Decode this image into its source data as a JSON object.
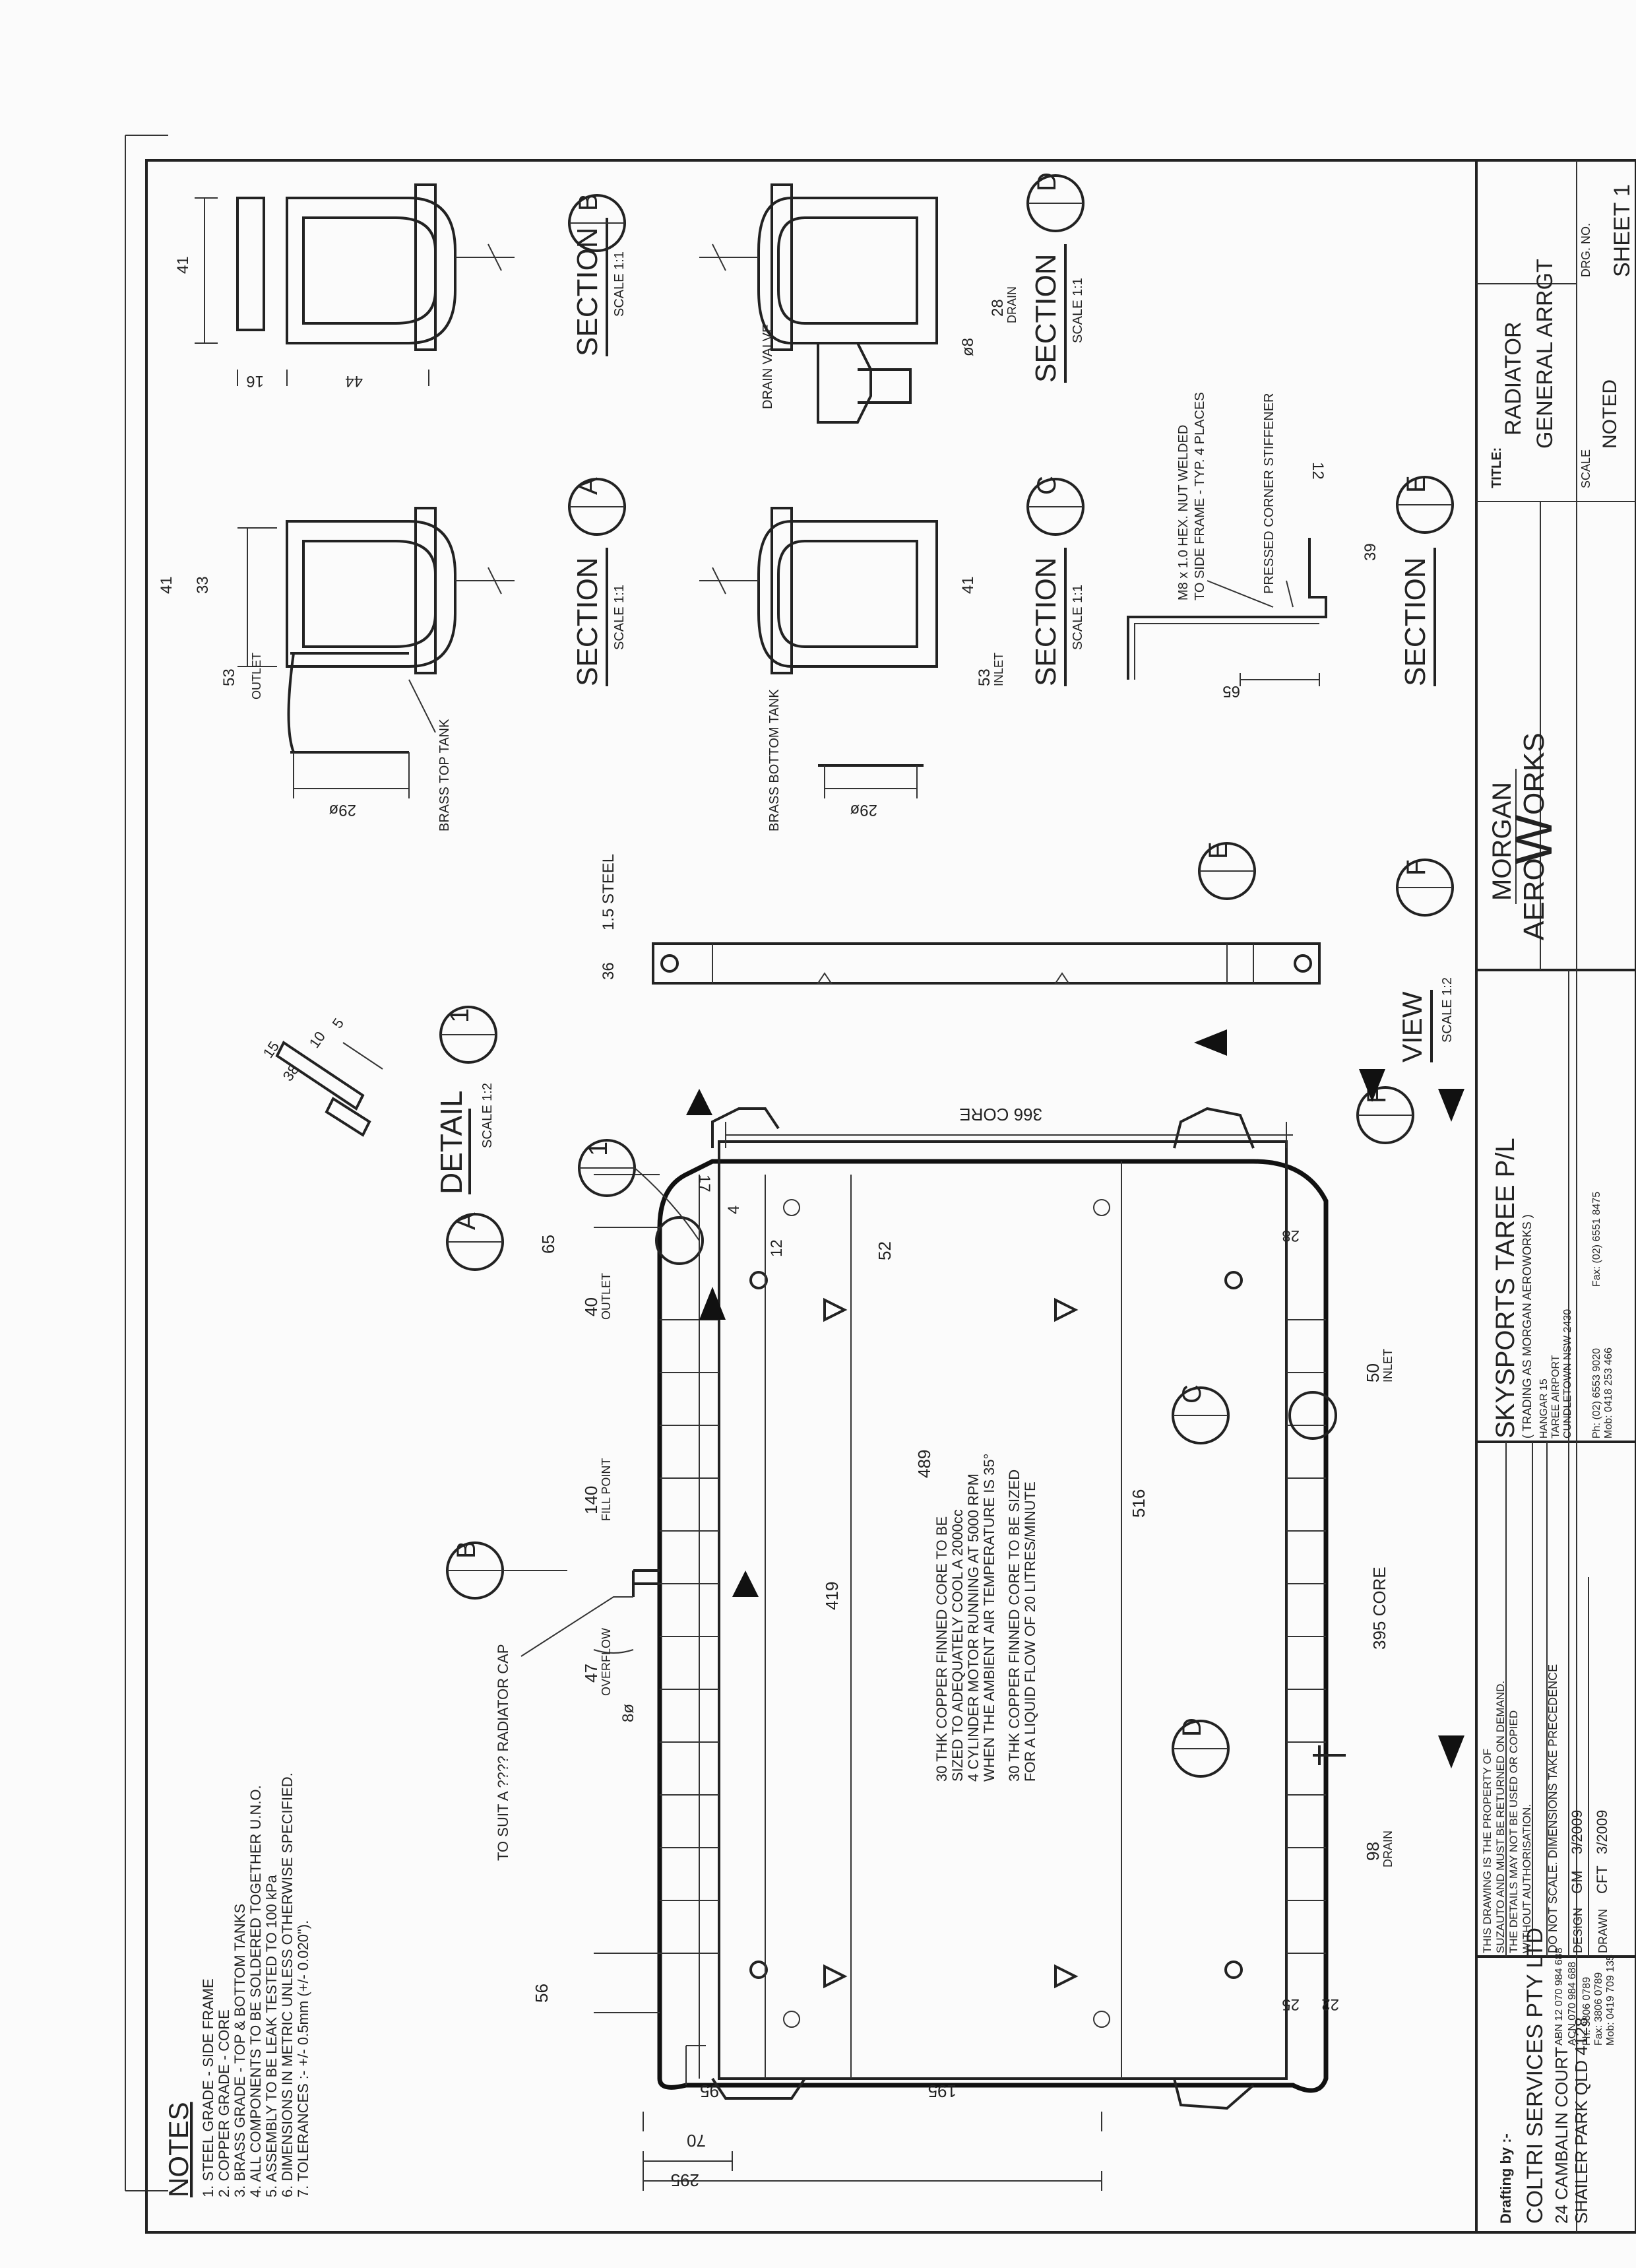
{
  "notes": {
    "heading": "NOTES",
    "items": [
      "1. STEEL GRADE - SIDE FRAME",
      "2. COPPER GRADE - CORE",
      "3. BRASS GRADE - TOP & BOTTOM TANKS",
      "4. ALL COMPONENTS TO BE SOLDERED TOGETHER U.N.O.",
      "5. ASSEMBLY TO BE LEAK TESTED TO 100 kPa",
      "6. DIMENSIONS IN METRIC UNLESS OTHERWISE SPECIFIED.",
      "7. TOLERANCES :-  +/- 0.5mm (+/- 0.020\")."
    ]
  },
  "main": {
    "core_note_1": [
      "30 THK COPPER FINNED CORE TO BE",
      "SIZED TO ADEQUATELY COOL A 2000cc",
      "4 CYLINDER MOTOR RUNNING AT 5000 RPM",
      "WHEN THE AMBIENT AIR TEMPERATURE IS 35°"
    ],
    "core_note_2": [
      "30 THK COPPER FINNED CORE TO BE SIZED",
      "FOR A LIQUID FLOW OF 20 LITRES/MINUTE"
    ],
    "cap_note": "TO SUIT A ???? RADIATOR CAP",
    "dims": {
      "d295": "295",
      "d70": "70",
      "d195": "195",
      "d95": "95",
      "d56": "56",
      "d98": "98",
      "drain": "DRAIN",
      "d395": "395 CORE",
      "d50": "50",
      "inlet": "INLET",
      "d47": "47",
      "overflow": "OVERFLOW",
      "d8": "8ø",
      "d140": "140",
      "fill": "FILL POINT",
      "d40": "40",
      "outlet": "OUTLET",
      "d65": "65",
      "d17": "17",
      "d12": "12",
      "d4": "4",
      "d52": "52",
      "d419": "419",
      "d489": "489",
      "d516": "516",
      "d366": "366 CORE",
      "d28": "28",
      "d22": "22",
      "d25": "25"
    },
    "markers": {
      "a": "A",
      "b": "B",
      "c": "C",
      "d": "D",
      "f": "F",
      "one": "1",
      "dash": "—"
    }
  },
  "detail": {
    "title": "DETAIL",
    "scale": "SCALE 1:2",
    "num": "1",
    "d38": "38",
    "d15": "15",
    "d10": "10",
    "d5": "5"
  },
  "view_f": {
    "title": "VIEW",
    "scale": "SCALE 1:2",
    "letter": "F",
    "e": "E",
    "d36": "36",
    "steel": "1.5 STEEL"
  },
  "sections": {
    "a": {
      "title": "SECTION",
      "scale": "SCALE 1:1",
      "letter": "A",
      "d53": "53",
      "outlet": "OUTLET",
      "d41": "41",
      "d33": "33",
      "d29": "29ø",
      "tank": "BRASS TOP TANK"
    },
    "b": {
      "title": "SECTION",
      "scale": "SCALE 1:1",
      "letter": "B",
      "d41": "41",
      "d16": "16",
      "d44": "44"
    },
    "c": {
      "title": "SECTION",
      "scale": "SCALE 1:1",
      "letter": "C",
      "d53": "53",
      "inlet": "INLET",
      "d41": "41",
      "d29": "29ø",
      "tank": "BRASS BOTTOM TANK"
    },
    "d": {
      "title": "SECTION",
      "scale": "SCALE 1:1",
      "letter": "D",
      "d28": "28",
      "drain": "DRAIN",
      "d8": "ø8",
      "valve": "DRAIN VALVE"
    },
    "e": {
      "title": "SECTION",
      "letter": "E",
      "d65": "65",
      "d39": "39",
      "d12": "12",
      "stiffener": "PRESSED CORNER STIFFENER",
      "nut": [
        "M8 x 1.0 HEX. NUT WELDED",
        "TO SIDE FRAME - TYP. 4 PLACES"
      ]
    }
  },
  "title_block": {
    "drafting_by": "Drafting by :-",
    "company": "COLTRI SERVICES  PTY LTD",
    "address": [
      "24 CAMBALIN COURT",
      "SHAILER PARK QLD 4128"
    ],
    "abn": [
      "ABN 12 070 984 688",
      "ACN 070 984 688"
    ],
    "phones": [
      "Ph: 3806 0789",
      "Fax: 3806 0789",
      "Mob: 0419 709 135"
    ],
    "property_note": [
      "THIS DRAWING IS THE PROPERTY OF",
      "SUZAUTO AND MUST BE RETURNED ON DEMAND.",
      "THE DETAILS MAY NOT BE USED OR COPIED",
      "WITHOUT AUTHORISATION."
    ],
    "do_not_scale": "DO NOT SCALE.  DIMENSIONS TAKE PRECEDENCE",
    "design_label": "DESIGN",
    "design_by": "GM",
    "design_date": "3/2009",
    "drawn_label": "DRAWN",
    "drawn_by": "CFT",
    "drawn_date": "3/2009",
    "client": "SKYSPORTS TAREE P/L",
    "trading": "( TRADING AS MORGAN AEROWORKS )",
    "client_address": [
      "HANGAR 15",
      "TAREE AIRPORT",
      "CUNDLETOWN NSW 2430"
    ],
    "client_ph": "Ph: (02) 6553 9020",
    "client_mob": "Mob: 0418 253 466",
    "client_fax": "Fax: (02) 6551 8475",
    "logo_top": "MORGAN",
    "logo_left": "AERO",
    "logo_mid": "W",
    "logo_right": "ORKS",
    "title_label": "TITLE:",
    "title_line1": "RADIATOR",
    "title_line2": "GENERAL ARRGT",
    "scale_label": "SCALE",
    "scale_value": "NOTED",
    "drg_label": "DRG. NO.",
    "sheet": "SHEET 1"
  }
}
